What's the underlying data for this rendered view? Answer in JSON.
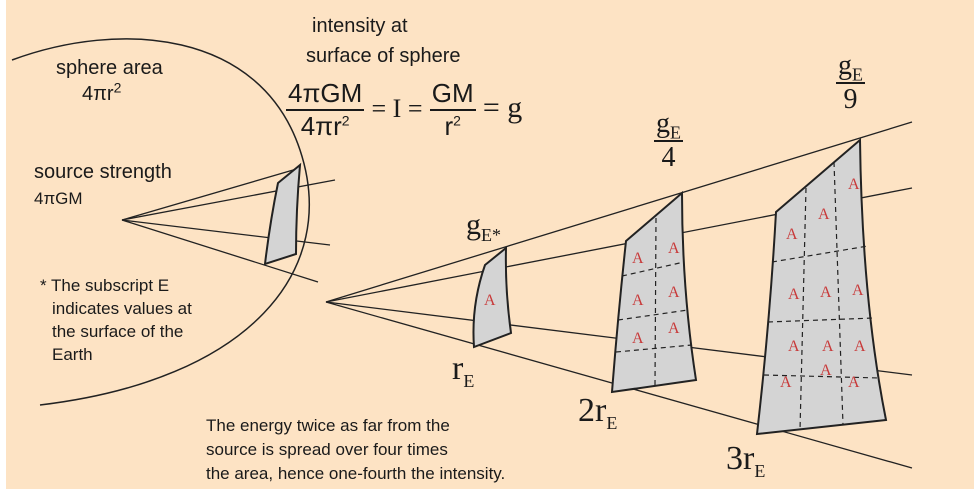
{
  "labels": {
    "sphere_area": "sphere area",
    "sphere_area_formula": "4πr",
    "sphere_area_exp": "2",
    "source_strength": "source strength",
    "source_formula": "4πGM",
    "intensity_line1": "intensity at",
    "intensity_line2": "surface of sphere",
    "eq_num": "4πGM",
    "eq_den": "4πr",
    "eq_den_exp": "2",
    "eq_mid": "= I =",
    "eq_num2": "GM",
    "eq_den2": "r",
    "eq_den2_exp": "2",
    "eq_end": "= g",
    "footnote": [
      "* The subscript E",
      "indicates values at",
      "the surface of the",
      "Earth"
    ],
    "caption": [
      "The energy twice as far from the",
      "source is spread over four times",
      "the area, hence one-fourth the intensity."
    ]
  },
  "math": {
    "gE": "g",
    "gE_sub": "E*",
    "g4": "g",
    "g4_sub": "E",
    "g4_den": "4",
    "g9": "g",
    "g9_sub": "E",
    "g9_den": "9",
    "rE": "r",
    "rE_sub": "E",
    "r2": "2r",
    "r2_sub": "E",
    "r3": "3r",
    "r3_sub": "E"
  },
  "area_mark": "A",
  "colors": {
    "background": "#fde3c4",
    "patch": "#d4d4d4",
    "area_mark": "#c83a3a"
  }
}
